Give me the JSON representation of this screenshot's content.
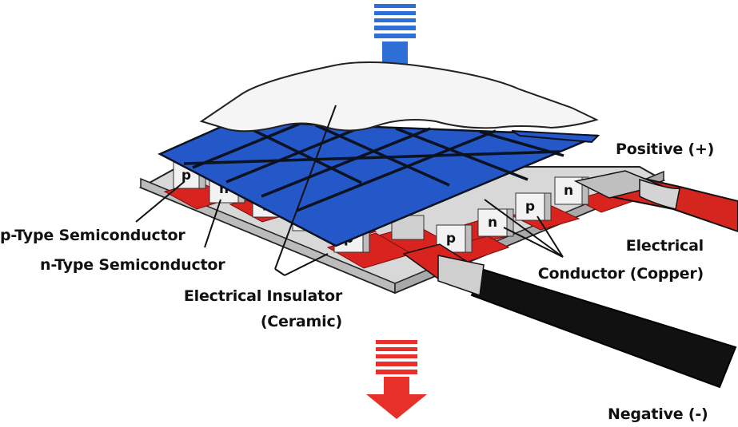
{
  "labels": {
    "positive": "Positive (+)",
    "negative": "Negative (-)",
    "p_type": "p-Type Semiconductor",
    "n_type": "n-Type Semiconductor",
    "insulator_line1": "Electrical Insulator",
    "insulator_line2": "(Ceramic)",
    "conductor_line1": "Electrical",
    "conductor_line2": "Conductor (Copper)"
  },
  "pellet_letters": {
    "p": "p",
    "n": "n"
  },
  "colors": {
    "top_plate": "#2457c8",
    "grid_lines": "#0b1220",
    "heat_in_arrow": "#2e6fd6",
    "heat_out_arrow": "#e8302a",
    "copper_conductor": "#d8231f",
    "ceramic_base": "#d7d7d7",
    "positive_wire": "#d4261f",
    "negative_wire": "#111111"
  }
}
